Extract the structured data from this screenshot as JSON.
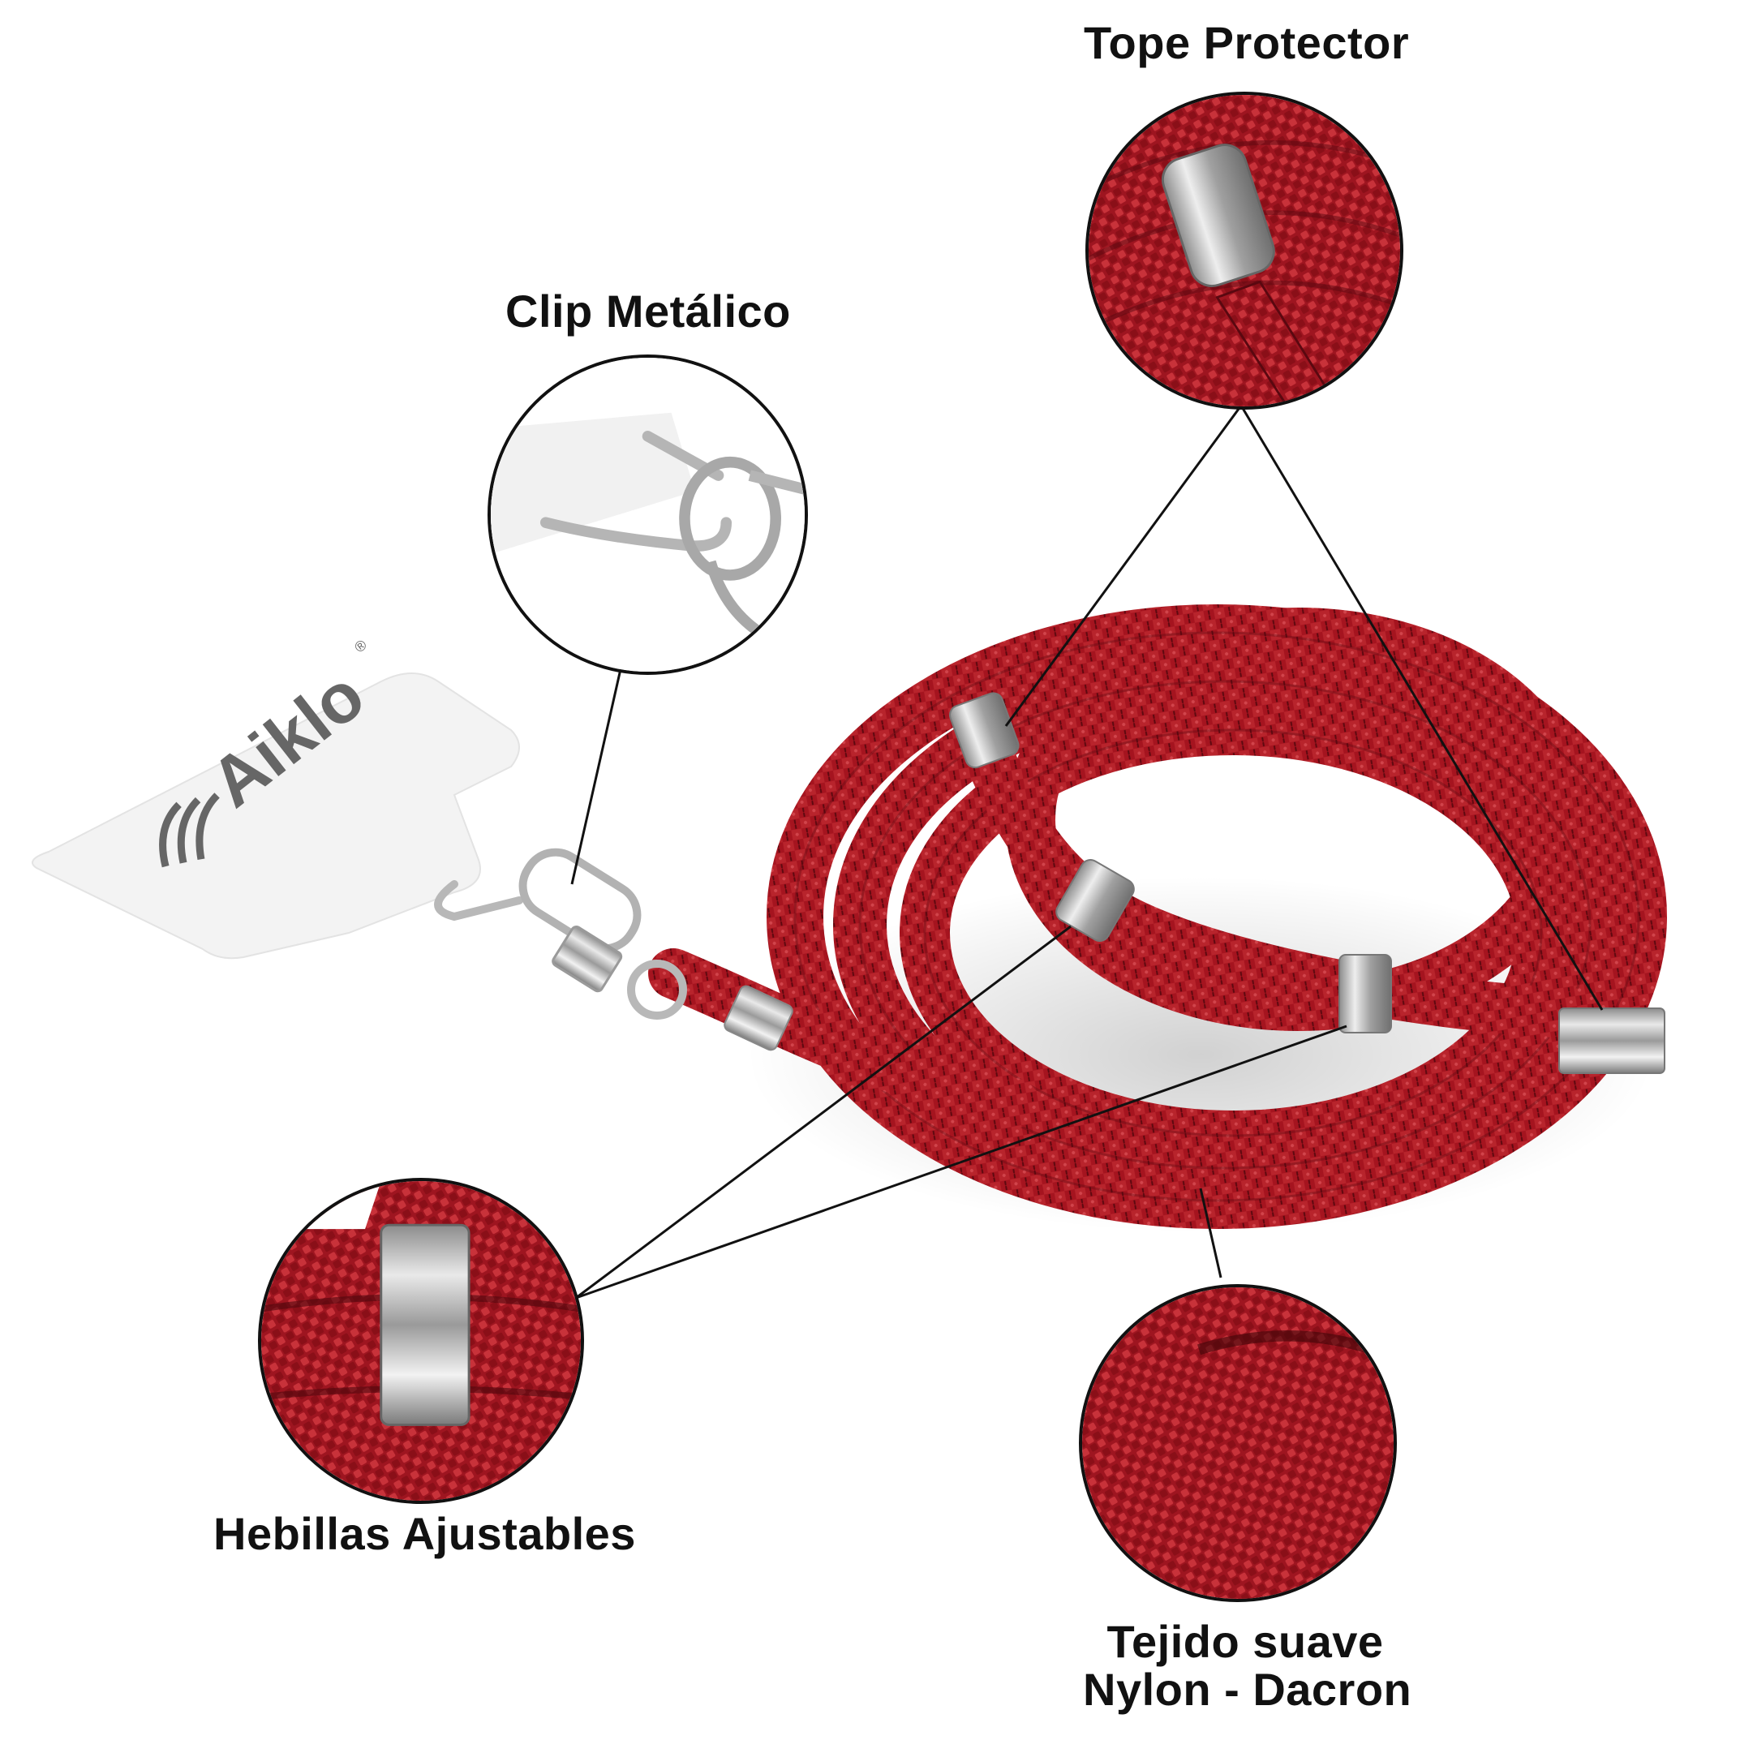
{
  "brand": {
    "logo_text": "Aiklo",
    "registered_mark": "®",
    "logo_icon": "wave-lines-icon",
    "logo_color": "#666666"
  },
  "callouts": [
    {
      "id": "tope-protector",
      "label": "Tope Protector",
      "icon": "end-cap-icon"
    },
    {
      "id": "clip-metalico",
      "label": "Clip Metálico",
      "icon": "metal-clip-icon"
    },
    {
      "id": "hebillas-ajustables",
      "label": "Hebillas Ajustables",
      "icon": "adjustable-buckle-icon"
    },
    {
      "id": "tejido-suave",
      "label_line1": "Tejido suave",
      "label_line2": "Nylon - Dacron",
      "icon": "woven-fabric-icon"
    }
  ],
  "colors": {
    "rope": "#a5141f",
    "rope_dark": "#6e0b12",
    "rope_light": "#c8323a",
    "metal": "#c9c9c9",
    "metal_dark": "#7d7d7d",
    "pad": "#f3f3f3",
    "line": "#111111"
  }
}
